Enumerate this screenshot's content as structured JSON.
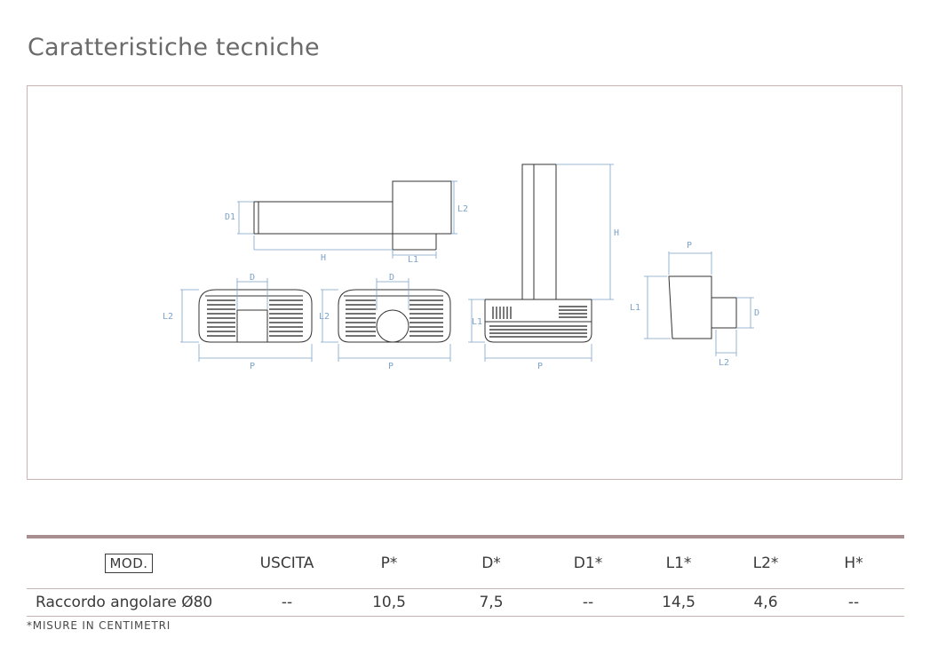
{
  "title": "Caratteristiche tecniche",
  "drawing": {
    "labels": {
      "D1": "D1",
      "L2": "L2",
      "H": "H",
      "L1": "L1",
      "D": "D",
      "P": "P"
    }
  },
  "table": {
    "headers": [
      "MOD.",
      "USCITA",
      "P*",
      "D*",
      "D1*",
      "L1*",
      "L2*",
      "H*"
    ],
    "rows": [
      [
        "Raccordo angolare Ø80",
        "--",
        "10,5",
        "7,5",
        "--",
        "14,5",
        "4,6",
        "--"
      ]
    ]
  },
  "footnote": "*MISURE IN CENTIMETRI",
  "colors": {
    "title": "#6a6a6a",
    "frame": "#c9b4b4",
    "rule": "#a88e8e",
    "dimension": "#7da3c9",
    "line": "#333333"
  }
}
